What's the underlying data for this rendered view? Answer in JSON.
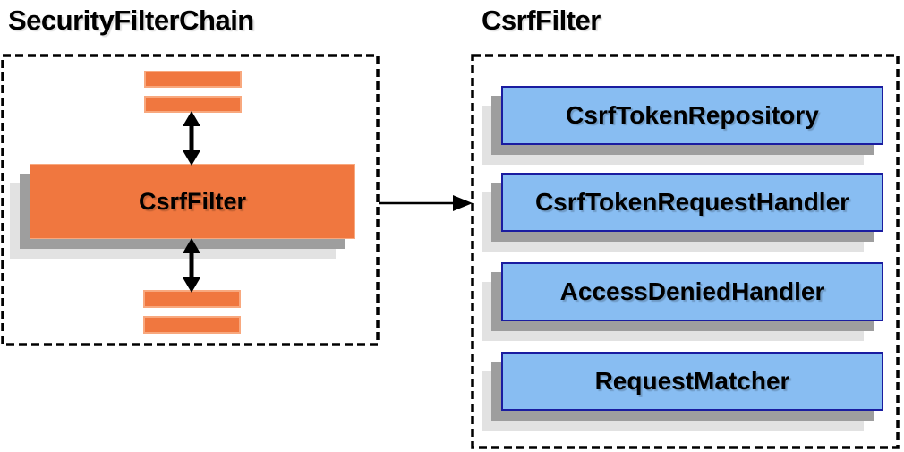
{
  "diagram": {
    "left_panel": {
      "title": "SecurityFilterChain",
      "csrf_filter_label": "CsrfFilter"
    },
    "right_panel": {
      "title": "CsrfFilter",
      "components": [
        "CsrfTokenRepository",
        "CsrfTokenRequestHandler",
        "AccessDeniedHandler",
        "RequestMatcher"
      ]
    },
    "colors": {
      "orange": "#F0773F",
      "orange_border": "#F8A87E",
      "blue": "#88BDF2",
      "blue_border": "#1A1CA0",
      "shadow_dark": "#9E9E9E",
      "shadow_light": "#E2E2E2",
      "line": "#000000",
      "bg": "#FFFFFF"
    }
  }
}
